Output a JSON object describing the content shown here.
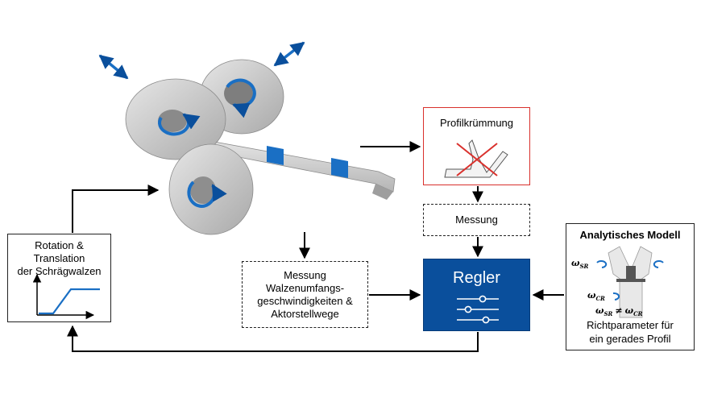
{
  "colors": {
    "accent_blue": "#0a4f9c",
    "highlight_blue": "#1a6fc4",
    "alert_red": "#d9302c",
    "roll_gray": "#c9c9c9"
  },
  "rolling_mill": {
    "icons": [
      "double-arrow-icon",
      "rotation-arrow-icon",
      "roller",
      "profile-rail"
    ]
  },
  "profile_box": {
    "label": "Profilkrümmung",
    "icon": "crossed-out-curved-profile-icon"
  },
  "measurement_box": {
    "label": "Messung"
  },
  "measurement_speeds_box": {
    "lines": [
      "Messung",
      "Walzenumfangs-",
      "geschwindigkeiten &",
      "Aktorstellwege"
    ]
  },
  "controller_box": {
    "label": "Regler",
    "icon": "slider-controls-icon"
  },
  "rotation_box": {
    "lines": [
      "Rotation & Translation",
      "der Schrägwalzen"
    ],
    "icon": "ramp-curve-icon"
  },
  "model_box": {
    "title": "Analytisches Modell",
    "omega_sr": "ω",
    "omega_sr_sub": "SR",
    "omega_cr": "ω",
    "omega_cr_sub": "CR",
    "inequality_left": "ω",
    "inequality_left_sub": "SR",
    "inequality_op": "≠",
    "inequality_right": "ω",
    "inequality_right_sub": "CR",
    "lines": [
      "Richtparameter für",
      "ein gerades Profil"
    ]
  }
}
